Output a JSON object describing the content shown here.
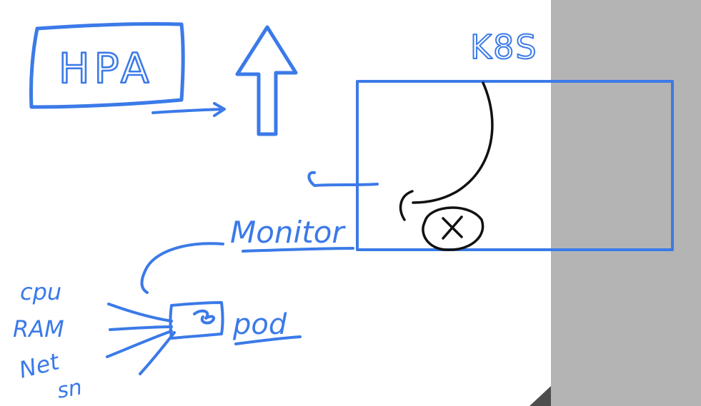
{
  "colors": {
    "background": "#ffffff",
    "side_panel": "#b4b4b4",
    "blue_ink": "#3b7ae8",
    "black_ink": "#111111",
    "corner_fold": "#4d4d4d"
  },
  "labels": {
    "hpa": "HPA",
    "k8s": "K8S",
    "monitor": "Monitor",
    "pod": "pod",
    "cpu": "cpu",
    "ram": "RAM",
    "net": "Net",
    "sn": "sn",
    "x_mark": "X"
  }
}
